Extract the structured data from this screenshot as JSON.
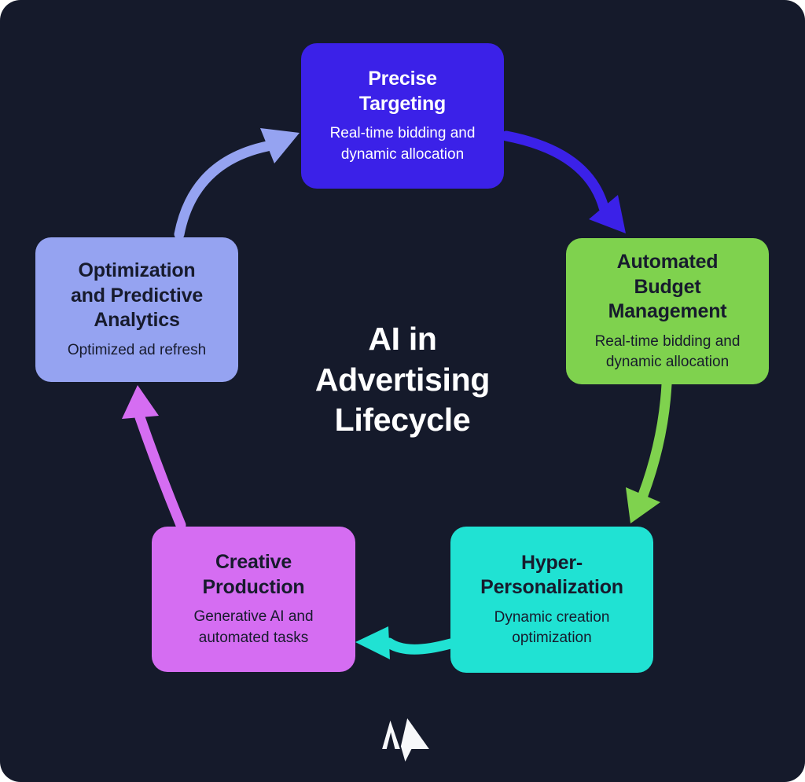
{
  "background_color": "#151A2B",
  "center": {
    "title": "AI in\nAdvertising\nLifecycle",
    "color": "#FFFFFF"
  },
  "stages": [
    {
      "id": "precise-targeting",
      "title": "Precise\nTargeting",
      "subtitle": "Real-time bidding and\ndynamic allocation",
      "box_color": "#3B21E8",
      "text_color": "#FFFFFF"
    },
    {
      "id": "automated-budget-management",
      "title": "Automated\nBudget\nManagement",
      "subtitle": "Real-time bidding and\ndynamic allocation",
      "box_color": "#7FD24E",
      "text_color": "#171B2D"
    },
    {
      "id": "hyper-personalization",
      "title": "Hyper-\nPersonalization",
      "subtitle": "Dynamic creation\noptimization",
      "box_color": "#20E2D3",
      "text_color": "#171B2D"
    },
    {
      "id": "creative-production",
      "title": "Creative\nProduction",
      "subtitle": "Generative AI and\nautomated tasks",
      "box_color": "#D56DF2",
      "text_color": "#171B2D"
    },
    {
      "id": "optimization-and-predictive-analytics",
      "title": "Optimization\nand Predictive\nAnalytics",
      "subtitle": "Optimized ad refresh",
      "box_color": "#95A3F1",
      "text_color": "#171B2D"
    }
  ],
  "arrows": [
    {
      "from": "optimization-and-predictive-analytics",
      "to": "precise-targeting",
      "color": "#95A3F1"
    },
    {
      "from": "precise-targeting",
      "to": "automated-budget-management",
      "color": "#3B21E8"
    },
    {
      "from": "automated-budget-management",
      "to": "hyper-personalization",
      "color": "#7FD24E"
    },
    {
      "from": "hyper-personalization",
      "to": "creative-production",
      "color": "#20E2D3"
    },
    {
      "from": "creative-production",
      "to": "optimization-and-predictive-analytics",
      "color": "#D56DF2"
    }
  ],
  "logo": {
    "name": "m-peaks-logo",
    "color": "#F7F8FA"
  }
}
